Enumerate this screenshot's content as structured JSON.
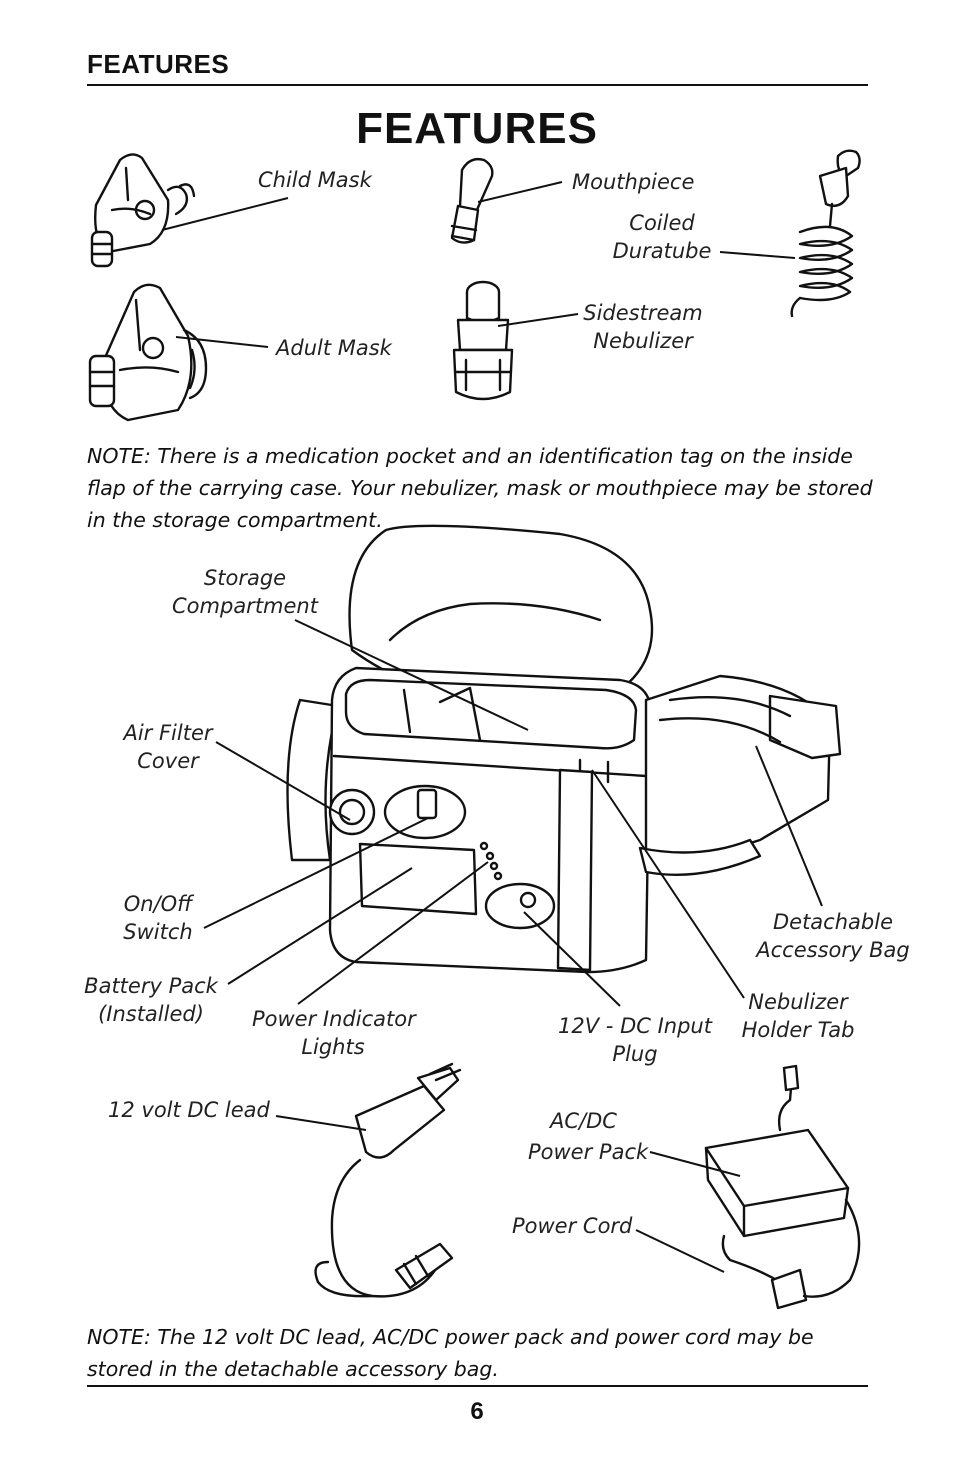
{
  "header": {
    "section_label": "FEATURES"
  },
  "title": "FEATURES",
  "labels": {
    "child_mask": "Child Mask",
    "mouthpiece": "Mouthpiece",
    "coiled_duratube": [
      "Coiled",
      "Duratube"
    ],
    "adult_mask": "Adult Mask",
    "sidestream_nebulizer": [
      "Sidestream",
      "Nebulizer"
    ],
    "storage_compartment": [
      "Storage",
      "Compartment"
    ],
    "air_filter_cover": [
      "Air Filter",
      "Cover"
    ],
    "on_off_switch": [
      "On/Off",
      "Switch"
    ],
    "detachable_accessory_bag": [
      "Detachable",
      "Accessory Bag"
    ],
    "battery_pack": [
      "Battery Pack",
      "(Installed)"
    ],
    "power_indicator_lights": [
      "Power Indicator",
      "Lights"
    ],
    "dc_input_plug": [
      "12V - DC Input",
      "Plug"
    ],
    "nebulizer_holder_tab": [
      "Nebulizer",
      "Holder Tab"
    ],
    "dc_lead": "12 volt DC lead",
    "acdc_power_pack": [
      "AC/DC",
      "Power Pack"
    ],
    "power_cord": "Power Cord"
  },
  "notes": {
    "top": "NOTE: There is a medication pocket and an identification tag on the inside flap of the carrying case. Your nebulizer, mask or mouthpiece may be stored in the storage compartment.",
    "bottom": "NOTE: The 12 volt DC lead, AC/DC power pack and power cord may be stored in the detachable accessory bag."
  },
  "page_number": "6"
}
